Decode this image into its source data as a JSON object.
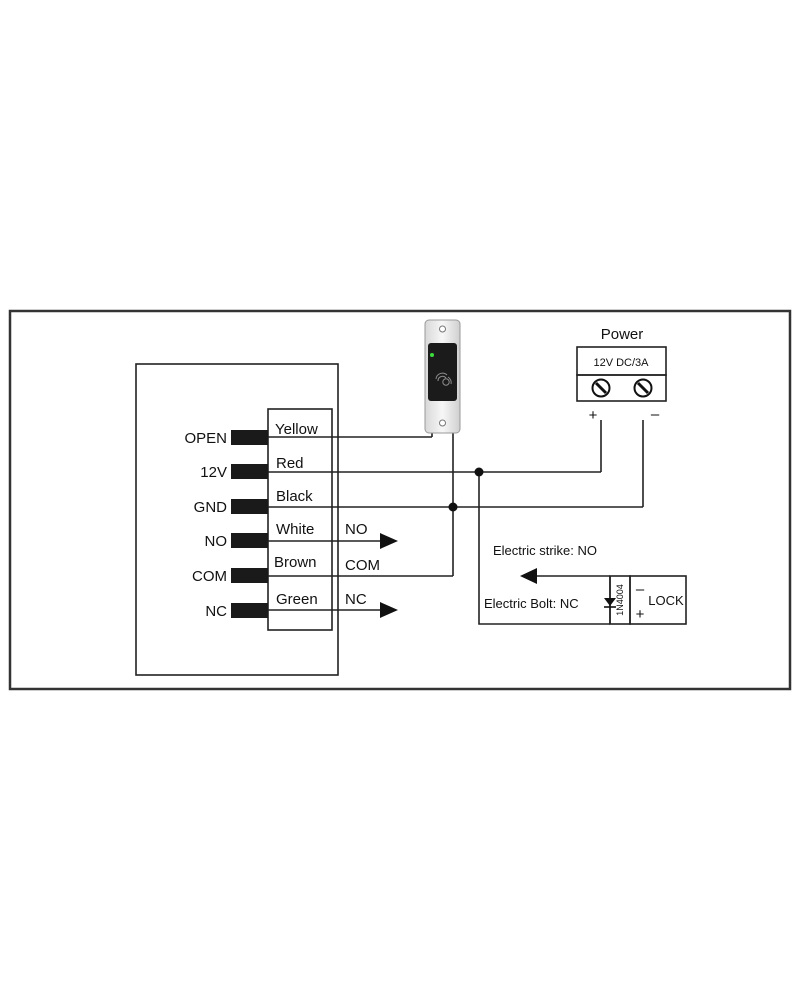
{
  "controller": {
    "pins": [
      {
        "label": "OPEN",
        "wire": "Yellow"
      },
      {
        "label": "12V",
        "wire": "Red"
      },
      {
        "label": "GND",
        "wire": "Black"
      },
      {
        "label": "NO",
        "wire": "White"
      },
      {
        "label": "COM",
        "wire": "Brown"
      },
      {
        "label": "NC",
        "wire": "Green"
      }
    ]
  },
  "outputs": {
    "no": "NO",
    "com": "COM",
    "nc": "NC"
  },
  "power": {
    "title": "Power",
    "rating": "12V DC/3A",
    "plus": "+",
    "minus": "–"
  },
  "lock": {
    "strike_label": "Electric strike: NO",
    "bolt_label": "Electric Bolt: NC",
    "diode": "1N4004",
    "name": "LOCK",
    "minus": "–",
    "plus": "+"
  },
  "device": {
    "icon": "fingerprint-icon",
    "led_color": "#3ddc3d"
  }
}
